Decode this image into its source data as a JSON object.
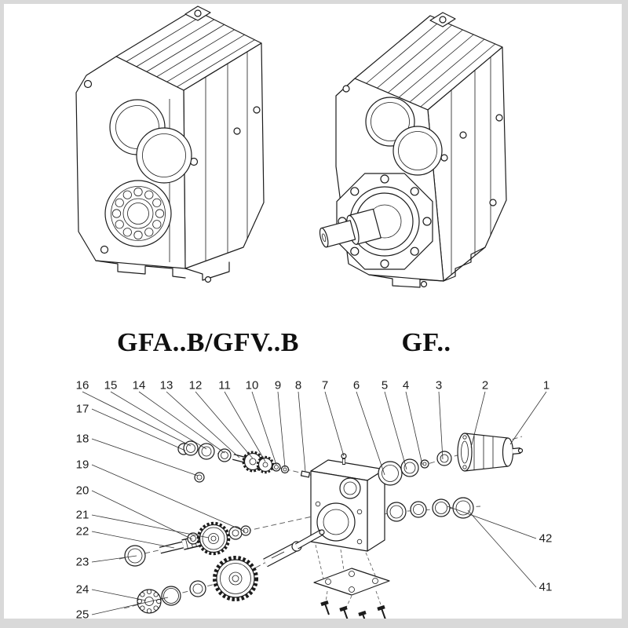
{
  "colors": {
    "line": "#1c1c1c",
    "background": "#ffffff",
    "photo_border": "#d9d9d9"
  },
  "figures": {
    "left_label": "GFA..B/GFV..B",
    "right_label": "GF.."
  },
  "exploded_view": {
    "top_row_numbers": [
      "16",
      "15",
      "14",
      "13",
      "12",
      "11",
      "10",
      "9",
      "8",
      "7",
      "6",
      "5",
      "4",
      "3",
      "2",
      "1"
    ],
    "left_column_numbers": [
      "17",
      "18",
      "19",
      "20",
      "21",
      "22",
      "23",
      "24",
      "25"
    ],
    "right_column_numbers": [
      "42",
      "41"
    ]
  }
}
